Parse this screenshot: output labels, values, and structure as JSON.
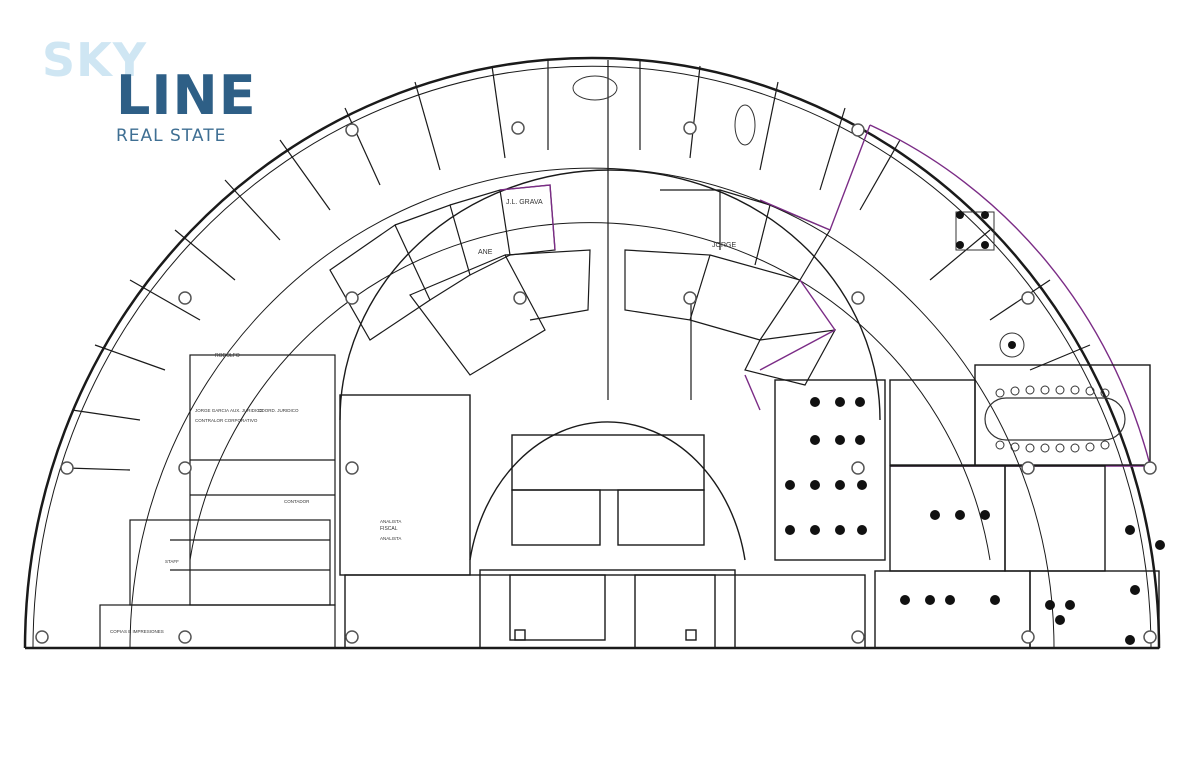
{
  "logo": {
    "sky": "SKY",
    "line": "LINE",
    "subtitle": "REAL STATE"
  },
  "plan": {
    "labels": {
      "jl_grava": "J.L. GRAVA",
      "jorge": "JORGE",
      "ane": "ANE",
      "rodolfo": "RODOLFO",
      "jorge_garcia": "JORGE GARCIA",
      "contralor": "CONTRALOR CORPORATIVO",
      "aux_juridico": "AUX. JURIDICO",
      "coord_juridico": "COORD. JURIDICO",
      "contador": "CONTADOR",
      "staff": "STAFF",
      "fiscal": "FISCAL",
      "analista_1": "ANALISTA",
      "analista_2": "ANALISTA",
      "copias": "COPIAS E IMPRESIONES"
    },
    "colors": {
      "wall": "#1a1a1a",
      "furniture": "#444444",
      "accent": "#7b2c86",
      "column": "#555555"
    }
  }
}
